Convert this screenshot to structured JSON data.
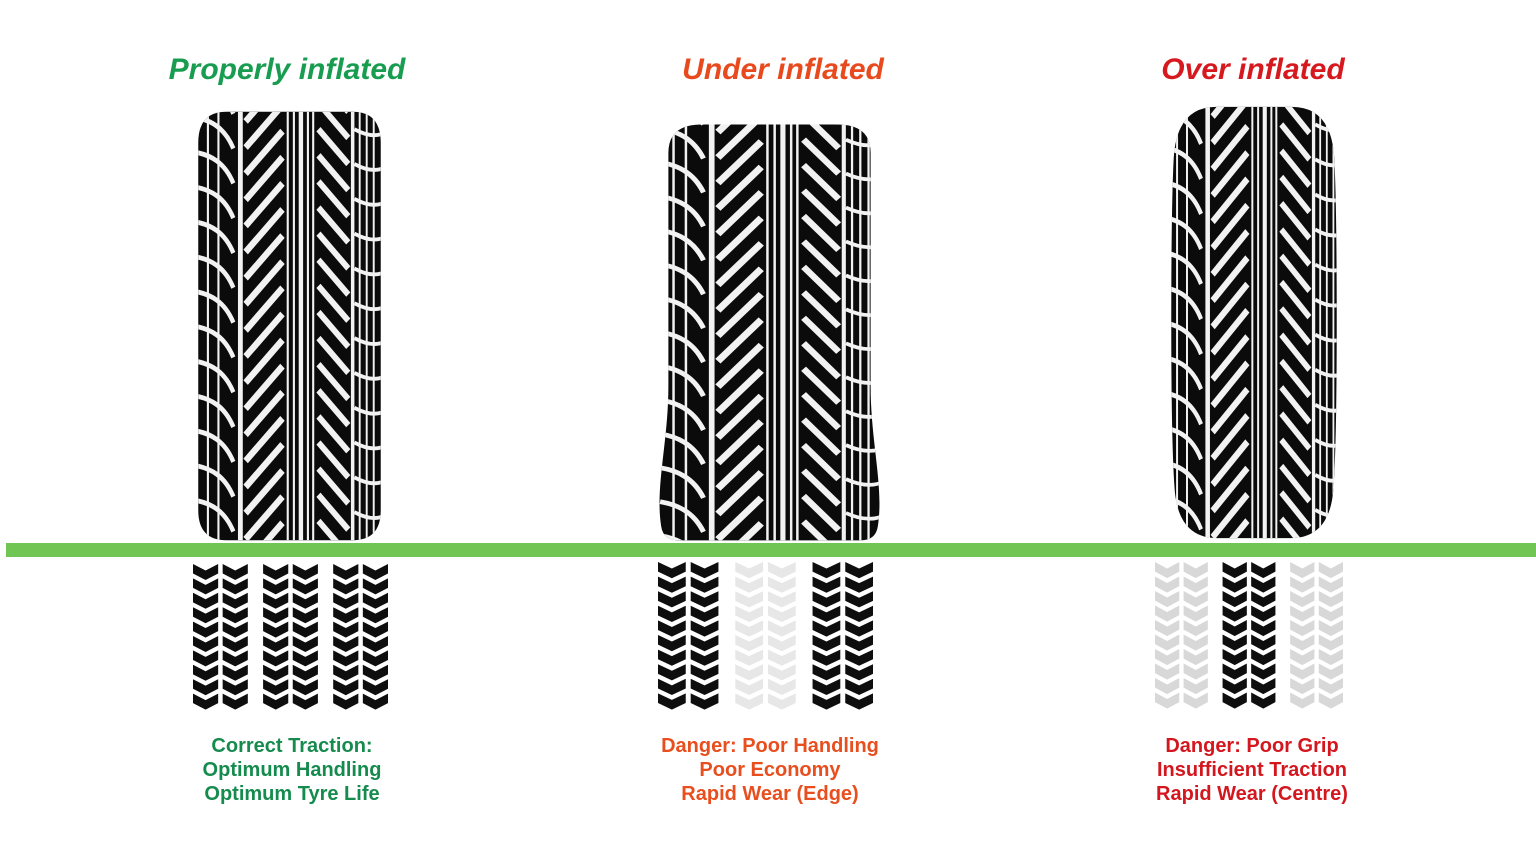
{
  "page": {
    "background": "#ffffff"
  },
  "ground_line": {
    "color": "#71c653",
    "meaning": "road-surface"
  },
  "tire": {
    "body_color": "#0b0b0b",
    "tread_color": "#f2f2f2"
  },
  "columns": [
    {
      "id": "properly-inflated",
      "title": "Properly inflated",
      "title_color": "#189c4f",
      "tire_shape": "even-cylindrical",
      "caption_color": "#168b4e",
      "caption_lines": [
        "Correct Traction:",
        "Optimum Handling",
        "Optimum Tyre Life"
      ],
      "contact_patch": {
        "pattern": [
          "dark",
          "dark",
          "dark",
          "dark",
          "dark",
          "dark"
        ],
        "dark": "#0e0e0e",
        "light": "#e7e7e7",
        "meaning": "full even contact"
      }
    },
    {
      "id": "under-inflated",
      "title": "Under inflated",
      "title_color": "#e8491d",
      "tire_shape": "bulged-bottom",
      "caption_color": "#e84e1e",
      "caption_lines": [
        "Danger: Poor Handling",
        "Poor Economy",
        "Rapid Wear (Edge)"
      ],
      "contact_patch": {
        "pattern": [
          "dark",
          "dark",
          "light",
          "light",
          "dark",
          "dark"
        ],
        "dark": "#0e0e0e",
        "light": "#e7e7e7",
        "meaning": "contact on edges only"
      }
    },
    {
      "id": "over-inflated",
      "title": "Over inflated",
      "title_color": "#d6191f",
      "tire_shape": "rounded-crown",
      "caption_color": "#d4171e",
      "caption_lines": [
        "Danger: Poor Grip",
        "Insufficient Traction",
        "Rapid Wear (Centre)"
      ],
      "contact_patch": {
        "pattern": [
          "light",
          "light",
          "dark",
          "dark",
          "light",
          "light"
        ],
        "dark": "#0e0e0e",
        "light": "#d8d8d8",
        "meaning": "contact in centre only"
      }
    }
  ]
}
